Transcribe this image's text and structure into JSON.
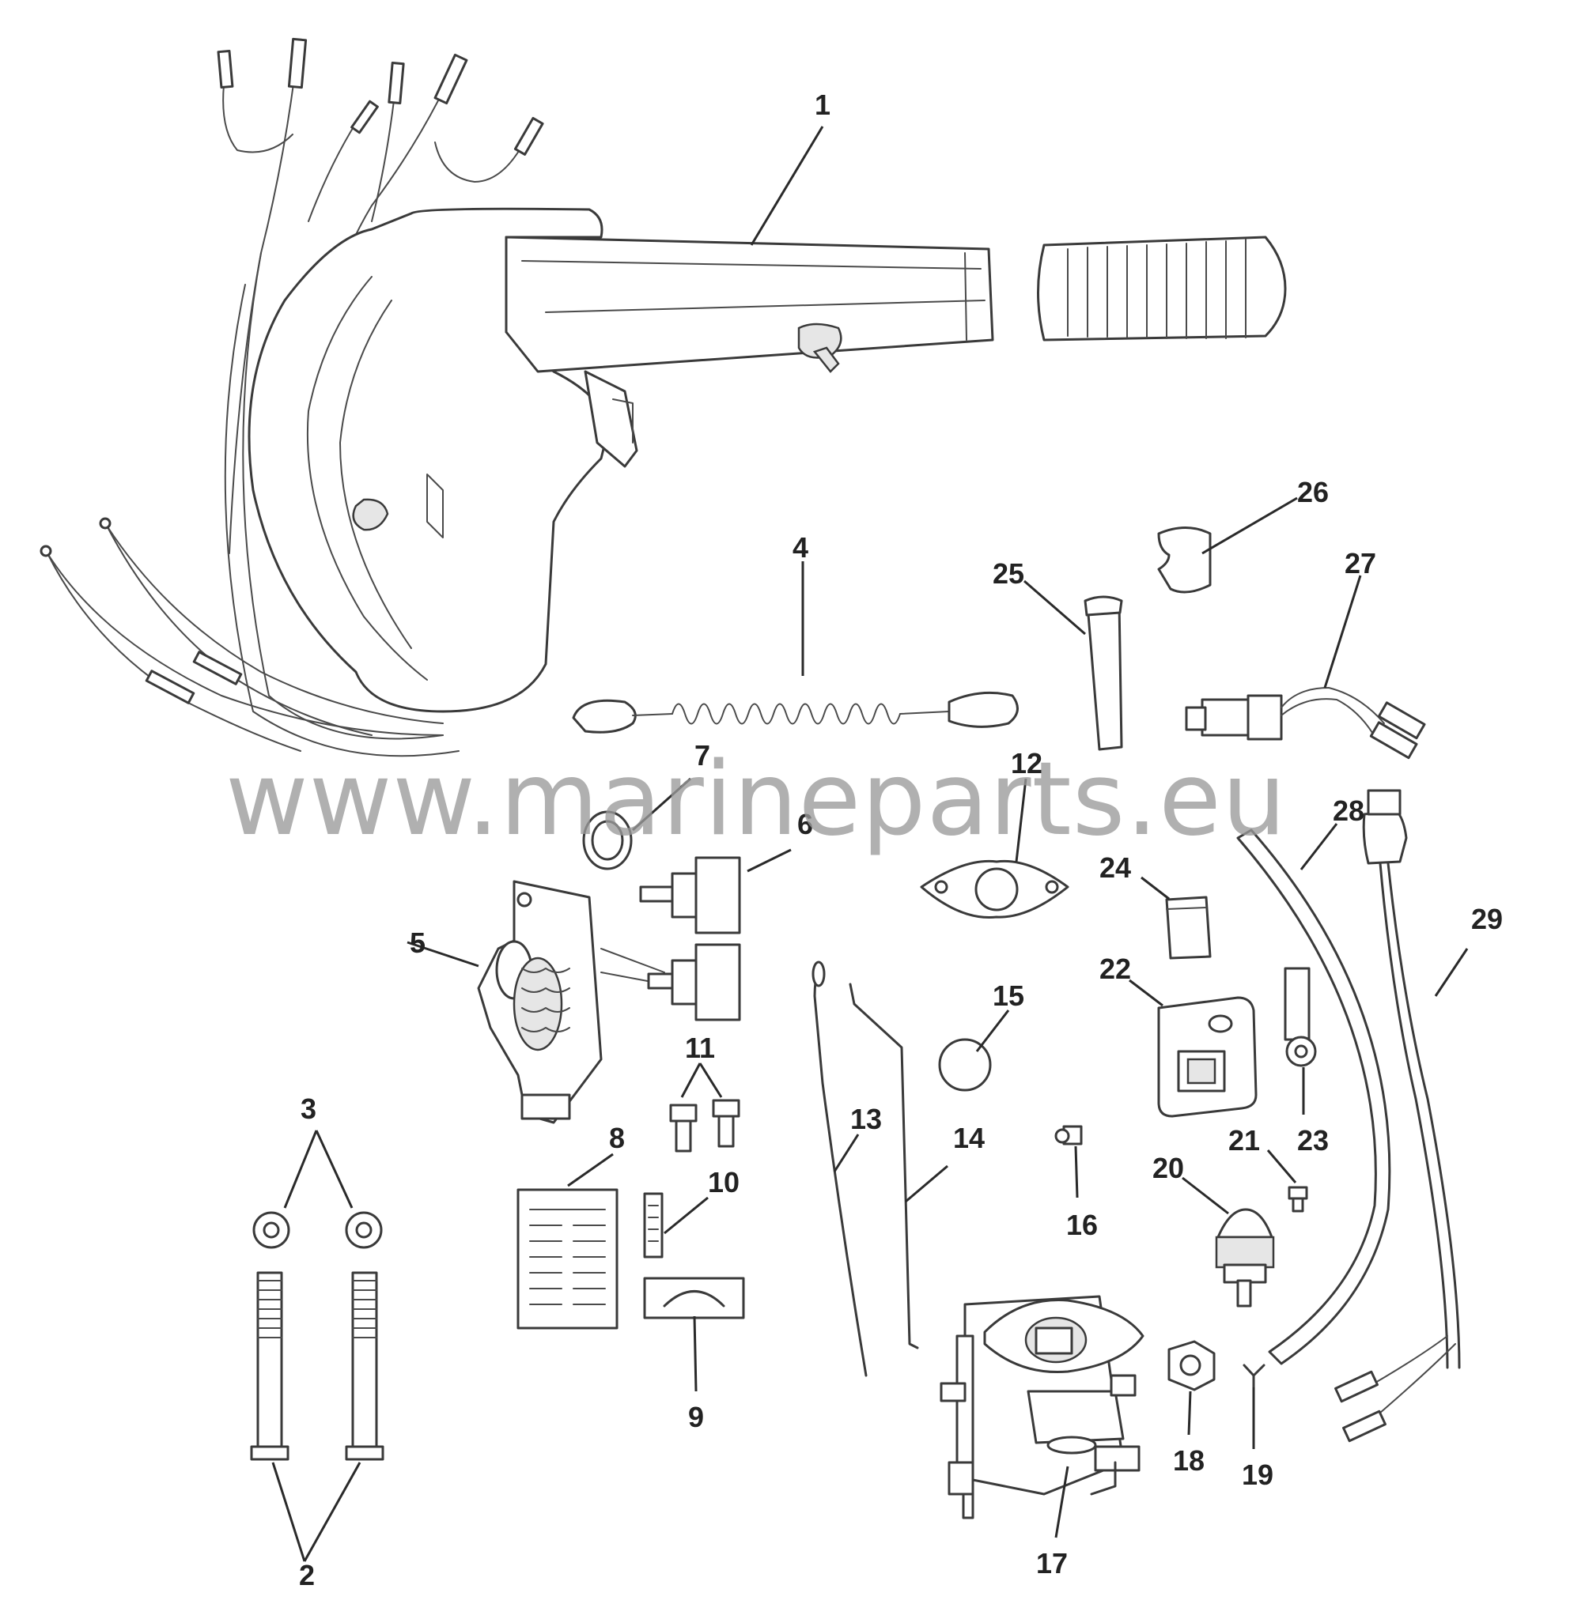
{
  "watermark": "www.marineparts.eu",
  "callouts": {
    "c1": "1",
    "c2": "2",
    "c3": "3",
    "c4": "4",
    "c5": "5",
    "c6": "6",
    "c7": "7",
    "c8": "8",
    "c9": "9",
    "c10": "10",
    "c11": "11",
    "c12": "12",
    "c13": "13",
    "c14": "14",
    "c15": "15",
    "c16": "16",
    "c17": "17",
    "c18": "18",
    "c19": "19",
    "c20": "20",
    "c21": "21",
    "c22": "22",
    "c23": "23",
    "c24": "24",
    "c25": "25",
    "c26": "26",
    "c27": "27",
    "c28": "28",
    "c29": "29"
  }
}
